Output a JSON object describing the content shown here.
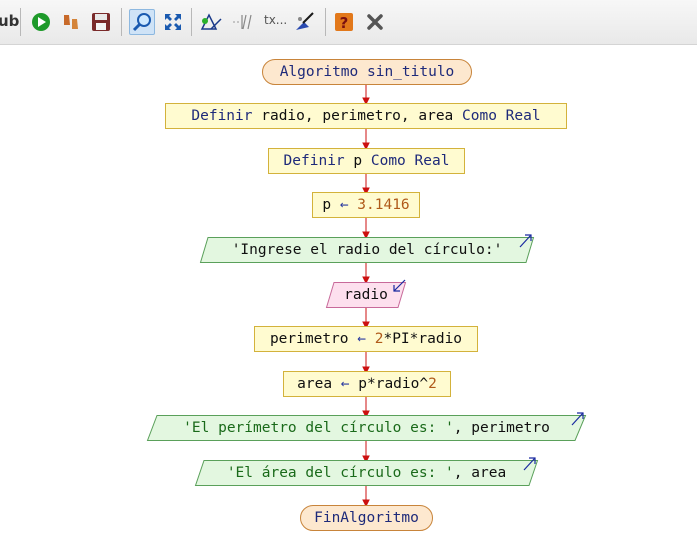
{
  "toolbar": {
    "cut_label": "ub",
    "icons": [
      "run-icon",
      "step-icon",
      "save-icon",
      "zoom-icon",
      "fit-icon",
      "shapes-icon",
      "comment-icon",
      "text-icon",
      "draw-icon",
      "help-icon",
      "close-icon"
    ],
    "text_button_label": "tx..."
  },
  "flowchart": {
    "start": "Algoritmo sin_titulo",
    "define_vars_prefix": "Definir ",
    "define_vars_names": "radio, perimetro, area",
    "define_vars_kw": " Como Real",
    "define_p_prefix": "Definir ",
    "define_p_name": "p",
    "define_p_kw": " Como Real",
    "assign_p_var": "p ",
    "assign_arrow": "←",
    "assign_p_value": " 3.1416",
    "output1_text": "'Ingrese el radio del círculo:'",
    "input_text": "radio",
    "assign_perim_var": "perimetro ",
    "assign_perim_num": " 2",
    "assign_perim_expr": "*PI*radio",
    "assign_area_var": "area ",
    "assign_area_expr": " p*radio^",
    "assign_area_num": "2",
    "output2_str": "'El perímetro del círculo es: '",
    "output2_rest": ", perimetro",
    "output3_str": "'El área del círculo es: '",
    "output3_rest": ", area",
    "end": "FinAlgoritmo"
  },
  "colors": {
    "process_fill": "#fffbd0",
    "terminal_fill": "#fde8cf",
    "output_fill": "#e3f7e0",
    "input_fill": "#fde0ee",
    "connector": "#cc1010"
  }
}
